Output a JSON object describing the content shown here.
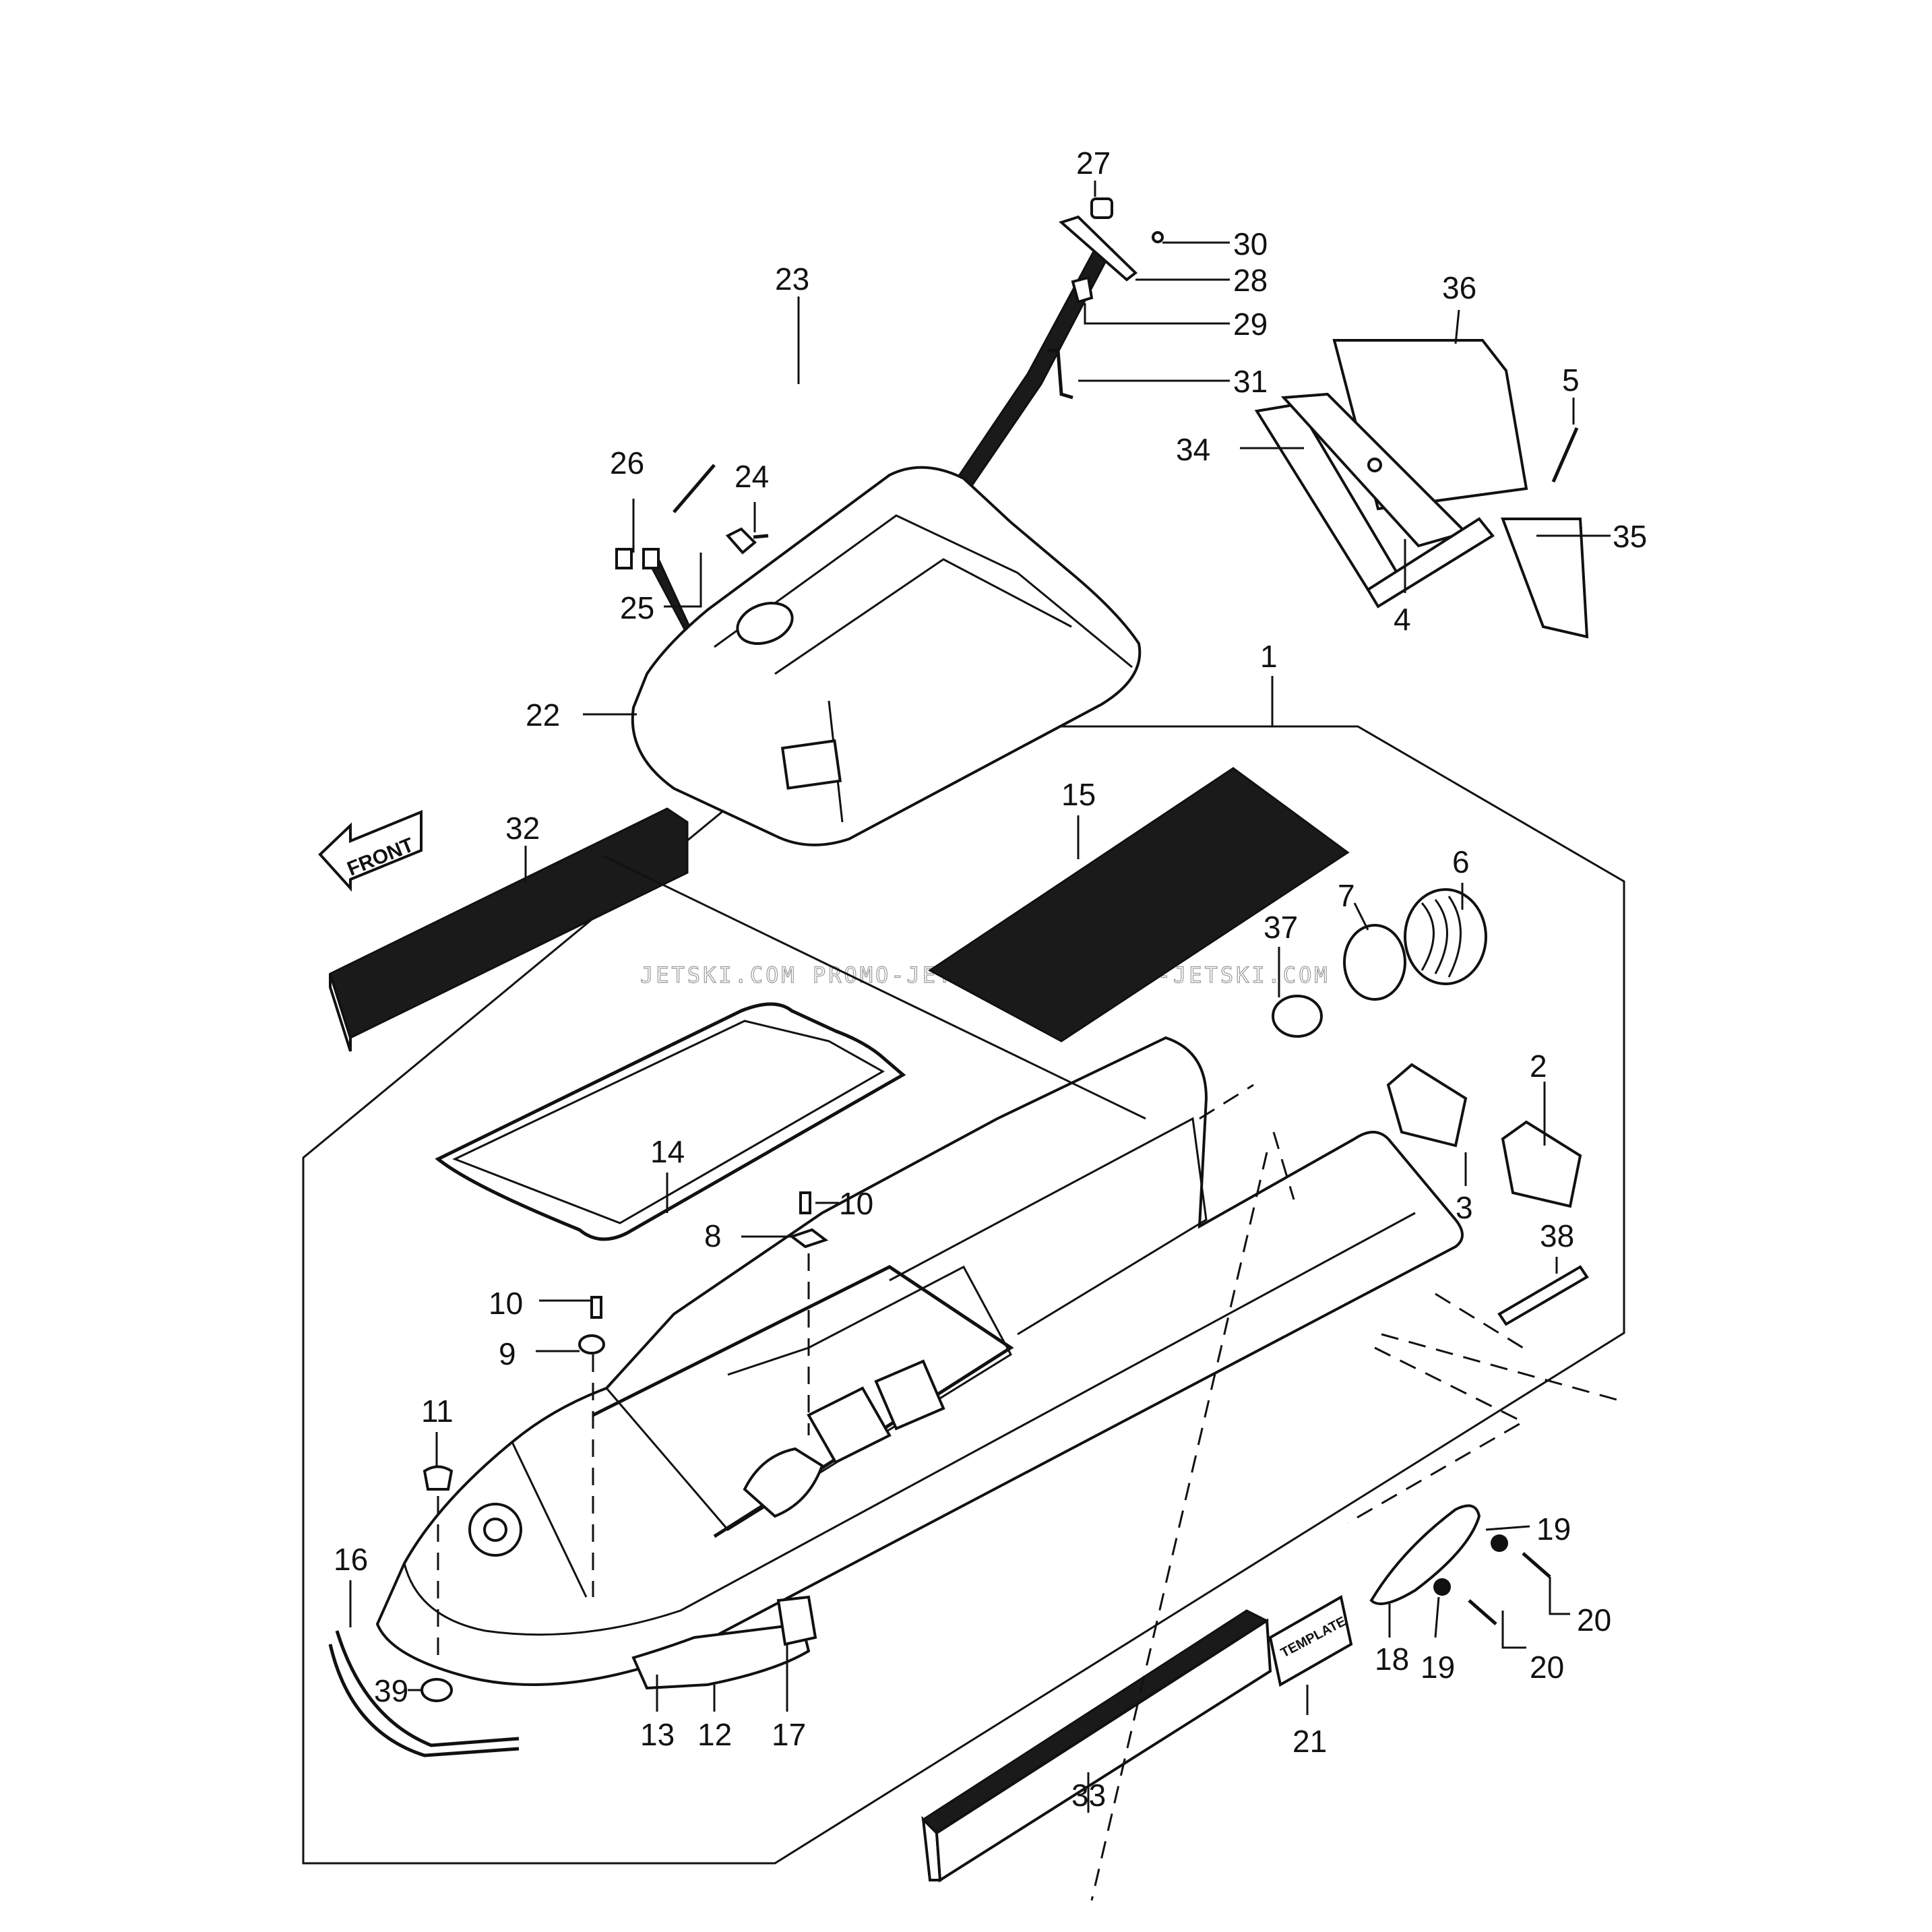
{
  "watermark": "JETSKI.COM   PROMO-JETSKI.COM   PROMO-JETSKI.COM",
  "front_arrow": "FRONT",
  "label_21": "TEMPLATE",
  "callouts": [
    {
      "n": "1"
    },
    {
      "n": "2"
    },
    {
      "n": "3"
    },
    {
      "n": "4"
    },
    {
      "n": "5"
    },
    {
      "n": "6"
    },
    {
      "n": "7"
    },
    {
      "n": "8"
    },
    {
      "n": "9"
    },
    {
      "n": "10"
    },
    {
      "n": "10"
    },
    {
      "n": "11"
    },
    {
      "n": "12"
    },
    {
      "n": "13"
    },
    {
      "n": "14"
    },
    {
      "n": "15"
    },
    {
      "n": "16"
    },
    {
      "n": "17"
    },
    {
      "n": "18"
    },
    {
      "n": "19"
    },
    {
      "n": "19"
    },
    {
      "n": "20"
    },
    {
      "n": "20"
    },
    {
      "n": "21"
    },
    {
      "n": "22"
    },
    {
      "n": "23"
    },
    {
      "n": "24"
    },
    {
      "n": "25"
    },
    {
      "n": "26"
    },
    {
      "n": "27"
    },
    {
      "n": "28"
    },
    {
      "n": "29"
    },
    {
      "n": "30"
    },
    {
      "n": "31"
    },
    {
      "n": "32"
    },
    {
      "n": "33"
    },
    {
      "n": "34"
    },
    {
      "n": "35"
    },
    {
      "n": "36"
    },
    {
      "n": "37"
    },
    {
      "n": "38"
    },
    {
      "n": "39"
    }
  ]
}
